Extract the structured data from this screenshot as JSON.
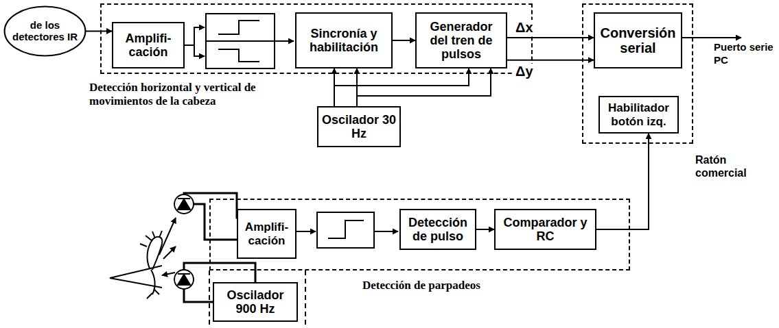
{
  "diagram": {
    "nodes": [
      {
        "text": [
          "de los detectores IR"
        ]
      },
      {
        "text": [
          "Detección horizontal y vertical de movimientos de la cabeza"
        ]
      },
      {
        "text": [
          "Amplifi- cación"
        ],
        "in": 1
      },
      {
        "text": [
          "Sincronía y habilitación"
        ],
        "in": 1
      },
      {
        "text": [
          "Generador del tren de pulsos"
        ],
        "in": 1
      },
      {
        "text": [
          "Oscilador 30 Hz"
        ]
      },
      {
        "text": [
          "Ratón comercial"
        ]
      },
      {
        "text": [
          "Conversión serial"
        ],
        "in": 6
      },
      {
        "text": [
          "Habilitador botón izq."
        ],
        "in": 6
      },
      {
        "text": [
          "Detección de parpadeos"
        ]
      },
      {
        "text": [
          "Amplifi- cación"
        ],
        "in": 9
      },
      {
        "text": [
          "Detección de pulso"
        ],
        "in": 9
      },
      {
        "text": [
          "Comparador y RC"
        ],
        "in": 9
      },
      {
        "text": [
          "Oscilador 900 Hz"
        ]
      }
    ],
    "edges": [
      {
        "from": 0,
        "to": 2,
        "arrow": "to"
      },
      {
        "from": 3,
        "to": 4,
        "arrow": "to"
      },
      {
        "from": 4,
        "to": 7,
        "arrow": "to",
        "label": "Δx"
      },
      {
        "from": 4,
        "to": 7,
        "arrow": "to",
        "label": "Δy"
      },
      {
        "from": 5,
        "to": 3,
        "arrow": "to"
      },
      {
        "from": 5,
        "to": 4,
        "arrow": "to"
      },
      {
        "from": 5,
        "to": 3,
        "arrow": "to"
      },
      {
        "from": 5,
        "to": 4,
        "arrow": "to"
      },
      {
        "from": 11,
        "to": 12,
        "arrow": "to"
      },
      {
        "from": 12,
        "to": 8,
        "arrow": "to"
      }
    ],
    "labels": [
      "Puerto serie PC"
    ]
  }
}
